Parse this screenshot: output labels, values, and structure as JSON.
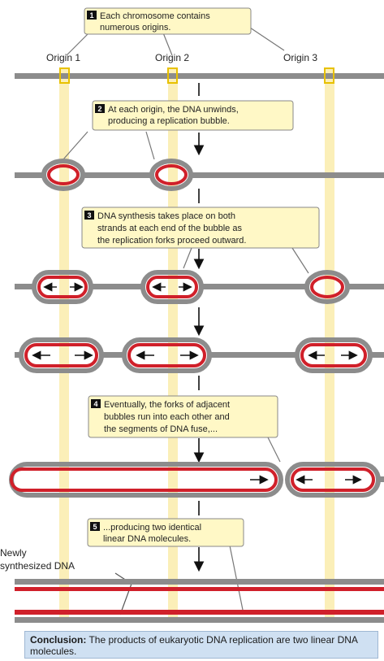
{
  "steps": [
    {
      "num": "1",
      "lines": [
        "Each chromosome contains",
        "numerous origins."
      ]
    },
    {
      "num": "2",
      "lines": [
        "At each origin, the DNA unwinds,",
        "producing a replication bubble."
      ]
    },
    {
      "num": "3",
      "lines": [
        "DNA synthesis takes place on both",
        "strands at each end of the bubble as",
        "the replication forks proceed outward."
      ]
    },
    {
      "num": "4",
      "lines": [
        "Eventually, the forks of adjacent",
        "bubbles run into each other and",
        "the segments of DNA fuse,..."
      ]
    },
    {
      "num": "5",
      "lines": [
        "...producing two identical",
        "linear DNA molecules."
      ]
    }
  ],
  "origins": [
    "Origin 1",
    "Origin 2",
    "Origin 3"
  ],
  "new_dna_label": [
    "Newly",
    "synthesized DNA"
  ],
  "conclusion": {
    "label": "Conclusion:",
    "text": " The products of eukaryotic DNA replication are two linear DNA molecules."
  },
  "colors": {
    "parent": "#8c8c8c",
    "new": "#d0202a",
    "callout": "#fff8c6",
    "origin_band": "#fbefb8",
    "origin_box": "#e8c100",
    "conclusion_bg": "#cfe0f2"
  }
}
